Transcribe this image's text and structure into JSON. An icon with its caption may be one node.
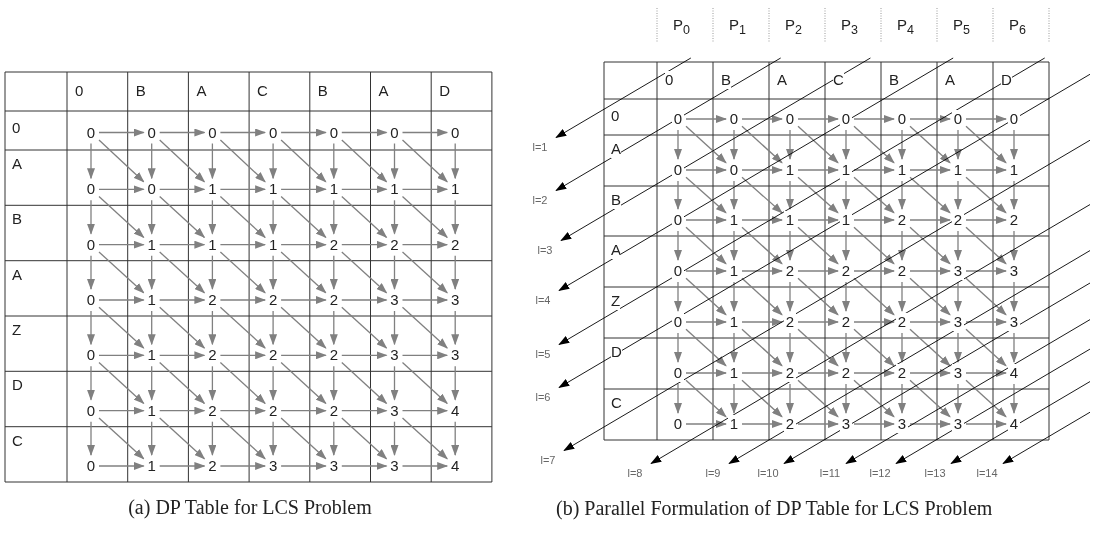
{
  "diagram": {
    "nodes": [
      {
        "text": [
          "0"
        ]
      },
      {
        "text": [
          "0"
        ]
      },
      {
        "text": [
          "0"
        ]
      },
      {
        "text": [
          "0"
        ]
      },
      {
        "text": [
          "0"
        ]
      },
      {
        "text": [
          "0"
        ]
      },
      {
        "text": [
          "0"
        ]
      },
      {
        "text": [
          "0"
        ]
      },
      {
        "text": [
          "0"
        ]
      },
      {
        "text": [
          "1"
        ]
      },
      {
        "text": [
          "1"
        ]
      },
      {
        "text": [
          "1"
        ]
      },
      {
        "text": [
          "1"
        ]
      },
      {
        "text": [
          "1"
        ]
      },
      {
        "text": [
          "0"
        ]
      },
      {
        "text": [
          "1"
        ]
      },
      {
        "text": [
          "1"
        ]
      },
      {
        "text": [
          "1"
        ]
      },
      {
        "text": [
          "2"
        ]
      },
      {
        "text": [
          "2"
        ]
      },
      {
        "text": [
          "2"
        ]
      },
      {
        "text": [
          "0"
        ]
      },
      {
        "text": [
          "1"
        ]
      },
      {
        "text": [
          "2"
        ]
      },
      {
        "text": [
          "2"
        ]
      },
      {
        "text": [
          "2"
        ]
      },
      {
        "text": [
          "3"
        ]
      },
      {
        "text": [
          "3"
        ]
      },
      {
        "text": [
          "0"
        ]
      },
      {
        "text": [
          "1"
        ]
      },
      {
        "text": [
          "2"
        ]
      },
      {
        "text": [
          "2"
        ]
      },
      {
        "text": [
          "2"
        ]
      },
      {
        "text": [
          "3"
        ]
      },
      {
        "text": [
          "3"
        ]
      },
      {
        "text": [
          "0"
        ]
      },
      {
        "text": [
          "1"
        ]
      },
      {
        "text": [
          "2"
        ]
      },
      {
        "text": [
          "2"
        ]
      },
      {
        "text": [
          "2"
        ]
      },
      {
        "text": [
          "3"
        ]
      },
      {
        "text": [
          "4"
        ]
      },
      {
        "text": [
          "0"
        ]
      },
      {
        "text": [
          "1"
        ]
      },
      {
        "text": [
          "2"
        ]
      },
      {
        "text": [
          "3"
        ]
      },
      {
        "text": [
          "3"
        ]
      },
      {
        "text": [
          "3"
        ]
      },
      {
        "text": [
          "4"
        ]
      },
      {
        "text": [
          "0"
        ]
      },
      {
        "text": [
          "0"
        ]
      },
      {
        "text": [
          "0"
        ]
      },
      {
        "text": [
          "0"
        ]
      },
      {
        "text": [
          "0"
        ]
      },
      {
        "text": [
          "0"
        ]
      },
      {
        "text": [
          "0"
        ]
      },
      {
        "text": [
          "0"
        ]
      },
      {
        "text": [
          "0"
        ]
      },
      {
        "text": [
          "1"
        ]
      },
      {
        "text": [
          "1"
        ]
      },
      {
        "text": [
          "1"
        ]
      },
      {
        "text": [
          "1"
        ]
      },
      {
        "text": [
          "1"
        ]
      },
      {
        "text": [
          "0"
        ]
      },
      {
        "text": [
          "1"
        ]
      },
      {
        "text": [
          "1"
        ]
      },
      {
        "text": [
          "1"
        ]
      },
      {
        "text": [
          "2"
        ]
      },
      {
        "text": [
          "2"
        ]
      },
      {
        "text": [
          "2"
        ]
      },
      {
        "text": [
          "0"
        ]
      },
      {
        "text": [
          "1"
        ]
      },
      {
        "text": [
          "2"
        ]
      },
      {
        "text": [
          "2"
        ]
      },
      {
        "text": [
          "2"
        ]
      },
      {
        "text": [
          "3"
        ]
      },
      {
        "text": [
          "3"
        ]
      },
      {
        "text": [
          "0"
        ]
      },
      {
        "text": [
          "1"
        ]
      },
      {
        "text": [
          "2"
        ]
      },
      {
        "text": [
          "2"
        ]
      },
      {
        "text": [
          "2"
        ]
      },
      {
        "text": [
          "3"
        ]
      },
      {
        "text": [
          "3"
        ]
      },
      {
        "text": [
          "0"
        ]
      },
      {
        "text": [
          "1"
        ]
      },
      {
        "text": [
          "2"
        ]
      },
      {
        "text": [
          "2"
        ]
      },
      {
        "text": [
          "2"
        ]
      },
      {
        "text": [
          "3"
        ]
      },
      {
        "text": [
          "4"
        ]
      },
      {
        "text": [
          "0"
        ]
      },
      {
        "text": [
          "1"
        ]
      },
      {
        "text": [
          "2"
        ]
      },
      {
        "text": [
          "3"
        ]
      },
      {
        "text": [
          "3"
        ]
      },
      {
        "text": [
          "3"
        ]
      },
      {
        "text": [
          "4"
        ]
      },
      {
        "text": [
          "l=1"
        ]
      },
      {
        "text": [
          "l=2"
        ]
      },
      {
        "text": [
          "l=3"
        ]
      },
      {
        "text": [
          "l=4"
        ]
      },
      {
        "text": [
          "l=5"
        ]
      },
      {
        "text": [
          "l=6"
        ]
      },
      {
        "text": [
          "l=7"
        ]
      },
      {
        "text": [
          "l=8"
        ]
      },
      {
        "text": [
          "l=9"
        ]
      },
      {
        "text": [
          "l=10"
        ]
      },
      {
        "text": [
          "l=11"
        ]
      },
      {
        "text": [
          "l=12"
        ]
      },
      {
        "text": [
          "l=13"
        ]
      },
      {
        "text": [
          "l=14"
        ]
      }
    ],
    "edges": [
      {
        "from": 0,
        "to": 1,
        "arrow": "to"
      },
      {
        "from": 1,
        "to": 2,
        "arrow": "to"
      },
      {
        "from": 2,
        "to": 3,
        "arrow": "to"
      },
      {
        "from": 3,
        "to": 4,
        "arrow": "to"
      },
      {
        "from": 4,
        "to": 5,
        "arrow": "to"
      },
      {
        "from": 5,
        "to": 6,
        "arrow": "to"
      },
      {
        "from": 7,
        "to": 8,
        "arrow": "to"
      },
      {
        "from": 8,
        "to": 9,
        "arrow": "to"
      },
      {
        "from": 9,
        "to": 10,
        "arrow": "to"
      },
      {
        "from": 10,
        "to": 11,
        "arrow": "to"
      },
      {
        "from": 11,
        "to": 12,
        "arrow": "to"
      },
      {
        "from": 12,
        "to": 13,
        "arrow": "to"
      },
      {
        "from": 14,
        "to": 15,
        "arrow": "to"
      },
      {
        "from": 15,
        "to": 16,
        "arrow": "to"
      },
      {
        "from": 16,
        "to": 17,
        "arrow": "to"
      },
      {
        "from": 17,
        "to": 18,
        "arrow": "to"
      },
      {
        "from": 18,
        "to": 19,
        "arrow": "to"
      },
      {
        "from": 19,
        "to": 20,
        "arrow": "to"
      },
      {
        "from": 21,
        "to": 22,
        "arrow": "to"
      },
      {
        "from": 22,
        "to": 23,
        "arrow": "to"
      },
      {
        "from": 23,
        "to": 24,
        "arrow": "to"
      },
      {
        "from": 24,
        "to": 25,
        "arrow": "to"
      },
      {
        "from": 25,
        "to": 26,
        "arrow": "to"
      },
      {
        "from": 26,
        "to": 27,
        "arrow": "to"
      },
      {
        "from": 28,
        "to": 29,
        "arrow": "to"
      },
      {
        "from": 29,
        "to": 30,
        "arrow": "to"
      },
      {
        "from": 30,
        "to": 31,
        "arrow": "to"
      },
      {
        "from": 31,
        "to": 32,
        "arrow": "to"
      },
      {
        "from": 32,
        "to": 33,
        "arrow": "to"
      },
      {
        "from": 33,
        "to": 34,
        "arrow": "to"
      },
      {
        "from": 35,
        "to": 36,
        "arrow": "to"
      },
      {
        "from": 36,
        "to": 37,
        "arrow": "to"
      },
      {
        "from": 37,
        "to": 38,
        "arrow": "to"
      },
      {
        "from": 38,
        "to": 39,
        "arrow": "to"
      },
      {
        "from": 39,
        "to": 40,
        "arrow": "to"
      },
      {
        "from": 40,
        "to": 41,
        "arrow": "to"
      },
      {
        "from": 42,
        "to": 43,
        "arrow": "to"
      },
      {
        "from": 43,
        "to": 44,
        "arrow": "to"
      },
      {
        "from": 44,
        "to": 45,
        "arrow": "to"
      },
      {
        "from": 45,
        "to": 46,
        "arrow": "to"
      },
      {
        "from": 46,
        "to": 47,
        "arrow": "to"
      },
      {
        "from": 47,
        "to": 48,
        "arrow": "to"
      },
      {
        "from": 0,
        "to": 7,
        "arrow": "to"
      },
      {
        "from": 1,
        "to": 8,
        "arrow": "to"
      },
      {
        "from": 2,
        "to": 9,
        "arrow": "to"
      },
      {
        "from": 3,
        "to": 10,
        "arrow": "to"
      },
      {
        "from": 4,
        "to": 11,
        "arrow": "to"
      },
      {
        "from": 5,
        "to": 12,
        "arrow": "to"
      },
      {
        "from": 6,
        "to": 13,
        "arrow": "to"
      },
      {
        "from": 7,
        "to": 14,
        "arrow": "to"
      },
      {
        "from": 8,
        "to": 15,
        "arrow": "to"
      },
      {
        "from": 9,
        "to": 16,
        "arrow": "to"
      },
      {
        "from": 10,
        "to": 17,
        "arrow": "to"
      },
      {
        "from": 11,
        "to": 18,
        "arrow": "to"
      },
      {
        "from": 12,
        "to": 19,
        "arrow": "to"
      },
      {
        "from": 13,
        "to": 20,
        "arrow": "to"
      },
      {
        "from": 14,
        "to": 21,
        "arrow": "to"
      },
      {
        "from": 15,
        "to": 22,
        "arrow": "to"
      },
      {
        "from": 16,
        "to": 23,
        "arrow": "to"
      },
      {
        "from": 17,
        "to": 24,
        "arrow": "to"
      },
      {
        "from": 18,
        "to": 25,
        "arrow": "to"
      },
      {
        "from": 19,
        "to": 26,
        "arrow": "to"
      },
      {
        "from": 20,
        "to": 27,
        "arrow": "to"
      },
      {
        "from": 21,
        "to": 28,
        "arrow": "to"
      },
      {
        "from": 22,
        "to": 29,
        "arrow": "to"
      },
      {
        "from": 23,
        "to": 30,
        "arrow": "to"
      },
      {
        "from": 24,
        "to": 31,
        "arrow": "to"
      },
      {
        "from": 25,
        "to": 32,
        "arrow": "to"
      },
      {
        "from": 26,
        "to": 33,
        "arrow": "to"
      },
      {
        "from": 27,
        "to": 34,
        "arrow": "to"
      },
      {
        "from": 28,
        "to": 35,
        "arrow": "to"
      },
      {
        "from": 29,
        "to": 36,
        "arrow": "to"
      },
      {
        "from": 30,
        "to": 37,
        "arrow": "to"
      },
      {
        "from": 31,
        "to": 38,
        "arrow": "to"
      },
      {
        "from": 32,
        "to": 39,
        "arrow": "to"
      },
      {
        "from": 33,
        "to": 40,
        "arrow": "to"
      },
      {
        "from": 34,
        "to": 41,
        "arrow": "to"
      },
      {
        "from": 35,
        "to": 42,
        "arrow": "to"
      },
      {
        "from": 36,
        "to": 43,
        "arrow": "to"
      },
      {
        "from": 37,
        "to": 44,
        "arrow": "to"
      },
      {
        "from": 38,
        "to": 45,
        "arrow": "to"
      },
      {
        "from": 39,
        "to": 46,
        "arrow": "to"
      },
      {
        "from": 40,
        "to": 47,
        "arrow": "to"
      },
      {
        "from": 41,
        "to": 48,
        "arrow": "to"
      },
      {
        "from": 0,
        "to": 8,
        "arrow": "to"
      },
      {
        "from": 1,
        "to": 9,
        "arrow": "to"
      },
      {
        "from": 2,
        "to": 10,
        "arrow": "to"
      },
      {
        "from": 3,
        "to": 11,
        "arrow": "to"
      },
      {
        "from": 4,
        "to": 12,
        "arrow": "to"
      },
      {
        "from": 5,
        "to": 13,
        "arrow": "to"
      },
      {
        "from": 7,
        "to": 15,
        "arrow": "to"
      },
      {
        "from": 8,
        "to": 16,
        "arrow": "to"
      },
      {
        "from": 9,
        "to": 17,
        "arrow": "to"
      },
      {
        "from": 10,
        "to": 18,
        "arrow": "to"
      },
      {
        "from": 11,
        "to": 19,
        "arrow": "to"
      },
      {
        "from": 12,
        "to": 20,
        "arrow": "to"
      },
      {
        "from": 14,
        "to": 22,
        "arrow": "to"
      },
      {
        "from": 15,
        "to": 23,
        "arrow": "to"
      },
      {
        "from": 16,
        "to": 24,
        "arrow": "to"
      },
      {
        "from": 17,
        "to": 25,
        "arrow": "to"
      },
      {
        "from": 18,
        "to": 26,
        "arrow": "to"
      },
      {
        "from": 19,
        "to": 27,
        "arrow": "to"
      },
      {
        "from": 21,
        "to": 29,
        "arrow": "to"
      },
      {
        "from": 22,
        "to": 30,
        "arrow": "to"
      },
      {
        "from": 23,
        "to": 31,
        "arrow": "to"
      },
      {
        "from": 24,
        "to": 32,
        "arrow": "to"
      },
      {
        "from": 25,
        "to": 33,
        "arrow": "to"
      },
      {
        "from": 26,
        "to": 34,
        "arrow": "to"
      },
      {
        "from": 28,
        "to": 36,
        "arrow": "to"
      },
      {
        "from": 29,
        "to": 37,
        "arrow": "to"
      },
      {
        "from": 30,
        "to": 38,
        "arrow": "to"
      },
      {
        "from": 31,
        "to": 39,
        "arrow": "to"
      },
      {
        "from": 32,
        "to": 40,
        "arrow": "to"
      },
      {
        "from": 33,
        "to": 41,
        "arrow": "to"
      },
      {
        "from": 35,
        "to": 43,
        "arrow": "to"
      },
      {
        "from": 36,
        "to": 44,
        "arrow": "to"
      },
      {
        "from": 37,
        "to": 45,
        "arrow": "to"
      },
      {
        "from": 38,
        "to": 46,
        "arrow": "to"
      },
      {
        "from": 39,
        "to": 47,
        "arrow": "to"
      },
      {
        "from": 40,
        "to": 48,
        "arrow": "to"
      },
      {
        "from": 49,
        "to": 50,
        "arrow": "to"
      },
      {
        "from": 50,
        "to": 51,
        "arrow": "to"
      },
      {
        "from": 51,
        "to": 52,
        "arrow": "to"
      },
      {
        "from": 52,
        "to": 53,
        "arrow": "to"
      },
      {
        "from": 53,
        "to": 54,
        "arrow": "to"
      },
      {
        "from": 54,
        "to": 55,
        "arrow": "to"
      },
      {
        "from": 56,
        "to": 57,
        "arrow": "to"
      },
      {
        "from": 57,
        "to": 58,
        "arrow": "to"
      },
      {
        "from": 58,
        "to": 59,
        "arrow": "to"
      },
      {
        "from": 59,
        "to": 60,
        "arrow": "to"
      },
      {
        "from": 60,
        "to": 61,
        "arrow": "to"
      },
      {
        "from": 61,
        "to": 62,
        "arrow": "to"
      },
      {
        "from": 63,
        "to": 64,
        "arrow": "to"
      },
      {
        "from": 64,
        "to": 65,
        "arrow": "to"
      },
      {
        "from": 65,
        "to": 66,
        "arrow": "to"
      },
      {
        "from": 66,
        "to": 67,
        "arrow": "to"
      },
      {
        "from": 67,
        "to": 68,
        "arrow": "to"
      },
      {
        "from": 68,
        "to": 69,
        "arrow": "to"
      },
      {
        "from": 70,
        "to": 71,
        "arrow": "to"
      },
      {
        "from": 71,
        "to": 72,
        "arrow": "to"
      },
      {
        "from": 72,
        "to": 73,
        "arrow": "to"
      },
      {
        "from": 73,
        "to": 74,
        "arrow": "to"
      },
      {
        "from": 74,
        "to": 75,
        "arrow": "to"
      },
      {
        "from": 75,
        "to": 76,
        "arrow": "to"
      },
      {
        "from": 77,
        "to": 78,
        "arrow": "to"
      },
      {
        "from": 78,
        "to": 79,
        "arrow": "to"
      },
      {
        "from": 79,
        "to": 80,
        "arrow": "to"
      },
      {
        "from": 80,
        "to": 81,
        "arrow": "to"
      },
      {
        "from": 81,
        "to": 82,
        "arrow": "to"
      },
      {
        "from": 82,
        "to": 83,
        "arrow": "to"
      },
      {
        "from": 84,
        "to": 85,
        "arrow": "to"
      },
      {
        "from": 85,
        "to": 86,
        "arrow": "to"
      },
      {
        "from": 86,
        "to": 87,
        "arrow": "to"
      },
      {
        "from": 87,
        "to": 88,
        "arrow": "to"
      },
      {
        "from": 88,
        "to": 89,
        "arrow": "to"
      },
      {
        "from": 89,
        "to": 90,
        "arrow": "to"
      },
      {
        "from": 91,
        "to": 92,
        "arrow": "to"
      },
      {
        "from": 92,
        "to": 93,
        "arrow": "to"
      },
      {
        "from": 93,
        "to": 94,
        "arrow": "to"
      },
      {
        "from": 94,
        "to": 95,
        "arrow": "to"
      },
      {
        "from": 95,
        "to": 96,
        "arrow": "to"
      },
      {
        "from": 96,
        "to": 97,
        "arrow": "to"
      },
      {
        "from": 49,
        "to": 56,
        "arrow": "to"
      },
      {
        "from": 50,
        "to": 57,
        "arrow": "to"
      },
      {
        "from": 51,
        "to": 58,
        "arrow": "to"
      },
      {
        "from": 52,
        "to": 59,
        "arrow": "to"
      },
      {
        "from": 53,
        "to": 60,
        "arrow": "to"
      },
      {
        "from": 54,
        "to": 61,
        "arrow": "to"
      },
      {
        "from": 55,
        "to": 62,
        "arrow": "to"
      },
      {
        "from": 56,
        "to": 63,
        "arrow": "to"
      },
      {
        "from": 57,
        "to": 64,
        "arrow": "to"
      },
      {
        "from": 58,
        "to": 65,
        "arrow": "to"
      },
      {
        "from": 59,
        "to": 66,
        "arrow": "to"
      },
      {
        "from": 60,
        "to": 67,
        "arrow": "to"
      },
      {
        "from": 61,
        "to": 68,
        "arrow": "to"
      },
      {
        "from": 62,
        "to": 69,
        "arrow": "to"
      },
      {
        "from": 63,
        "to": 70,
        "arrow": "to"
      },
      {
        "from": 64,
        "to": 71,
        "arrow": "to"
      },
      {
        "from": 65,
        "to": 72,
        "arrow": "to"
      },
      {
        "from": 66,
        "to": 73,
        "arrow": "to"
      },
      {
        "from": 67,
        "to": 74,
        "arrow": "to"
      },
      {
        "from": 68,
        "to": 75,
        "arrow": "to"
      },
      {
        "from": 69,
        "to": 76,
        "arrow": "to"
      },
      {
        "from": 70,
        "to": 77,
        "arrow": "to"
      },
      {
        "from": 71,
        "to": 78,
        "arrow": "to"
      },
      {
        "from": 72,
        "to": 79,
        "arrow": "to"
      },
      {
        "from": 73,
        "to": 80,
        "arrow": "to"
      },
      {
        "from": 74,
        "to": 81,
        "arrow": "to"
      },
      {
        "from": 75,
        "to": 82,
        "arrow": "to"
      },
      {
        "from": 76,
        "to": 83,
        "arrow": "to"
      },
      {
        "from": 77,
        "to": 84,
        "arrow": "to"
      },
      {
        "from": 78,
        "to": 85,
        "arrow": "to"
      },
      {
        "from": 79,
        "to": 86,
        "arrow": "to"
      },
      {
        "from": 80,
        "to": 87,
        "arrow": "to"
      },
      {
        "from": 81,
        "to": 88,
        "arrow": "to"
      },
      {
        "from": 82,
        "to": 89,
        "arrow": "to"
      },
      {
        "from": 83,
        "to": 90,
        "arrow": "to"
      },
      {
        "from": 84,
        "to": 91,
        "arrow": "to"
      },
      {
        "from": 85,
        "to": 92,
        "arrow": "to"
      },
      {
        "from": 86,
        "to": 93,
        "arrow": "to"
      },
      {
        "from": 87,
        "to": 94,
        "arrow": "to"
      },
      {
        "from": 88,
        "to": 95,
        "arrow": "to"
      },
      {
        "from": 89,
        "to": 96,
        "arrow": "to"
      },
      {
        "from": 90,
        "to": 97,
        "arrow": "to"
      },
      {
        "from": 49,
        "to": 57,
        "arrow": "to"
      },
      {
        "from": 50,
        "to": 58,
        "arrow": "to"
      },
      {
        "from": 51,
        "to": 59,
        "arrow": "to"
      },
      {
        "from": 52,
        "to": 60,
        "arrow": "to"
      },
      {
        "from": 53,
        "to": 61,
        "arrow": "to"
      },
      {
        "from": 54,
        "to": 62,
        "arrow": "to"
      },
      {
        "from": 56,
        "to": 64,
        "arrow": "to"
      },
      {
        "from": 57,
        "to": 65,
        "arrow": "to"
      },
      {
        "from": 58,
        "to": 66,
        "arrow": "to"
      },
      {
        "from": 59,
        "to": 67,
        "arrow": "to"
      },
      {
        "from": 60,
        "to": 68,
        "arrow": "to"
      },
      {
        "from": 61,
        "to": 69,
        "arrow": "to"
      },
      {
        "from": 63,
        "to": 71,
        "arrow": "to"
      },
      {
        "from": 64,
        "to": 72,
        "arrow": "to"
      },
      {
        "from": 65,
        "to": 73,
        "arrow": "to"
      },
      {
        "from": 66,
        "to": 74,
        "arrow": "to"
      },
      {
        "from": 67,
        "to": 75,
        "arrow": "to"
      },
      {
        "from": 68,
        "to": 76,
        "arrow": "to"
      },
      {
        "from": 70,
        "to": 78,
        "arrow": "to"
      },
      {
        "from": 71,
        "to": 79,
        "arrow": "to"
      },
      {
        "from": 72,
        "to": 80,
        "arrow": "to"
      },
      {
        "from": 73,
        "to": 81,
        "arrow": "to"
      },
      {
        "from": 74,
        "to": 82,
        "arrow": "to"
      },
      {
        "from": 75,
        "to": 83,
        "arrow": "to"
      },
      {
        "from": 77,
        "to": 85,
        "arrow": "to"
      },
      {
        "from": 78,
        "to": 86,
        "arrow": "to"
      },
      {
        "from": 79,
        "to": 87,
        "arrow": "to"
      },
      {
        "from": 80,
        "to": 88,
        "arrow": "to"
      },
      {
        "from": 81,
        "to": 89,
        "arrow": "to"
      },
      {
        "from": 82,
        "to": 90,
        "arrow": "to"
      },
      {
        "from": 84,
        "to": 92,
        "arrow": "to"
      },
      {
        "from": 85,
        "to": 93,
        "arrow": "to"
      },
      {
        "from": 86,
        "to": 94,
        "arrow": "to"
      },
      {
        "from": 87,
        "to": 95,
        "arrow": "to"
      },
      {
        "from": 88,
        "to": 96,
        "arrow": "to"
      },
      {
        "from": 89,
        "to": 97,
        "arrow": "to"
      },
      {
        "from": null,
        "to": 98,
        "arrow": "to",
        "color": "#000000"
      },
      {
        "from": null,
        "to": 99,
        "arrow": "to",
        "color": "#000000"
      },
      {
        "from": null,
        "to": 100,
        "arrow": "to",
        "color": "#000000"
      },
      {
        "from": null,
        "to": 101,
        "arrow": "to",
        "color": "#000000"
      },
      {
        "from": null,
        "to": 102,
        "arrow": "to",
        "color": "#000000"
      },
      {
        "from": null,
        "to": 103,
        "arrow": "to",
        "color": "#000000"
      },
      {
        "from": null,
        "to": 104,
        "arrow": "to",
        "color": "#000000"
      },
      {
        "from": null,
        "to": 105,
        "arrow": "to",
        "color": "#000000"
      },
      {
        "from": null,
        "to": 106,
        "arrow": "to",
        "color": "#000000"
      },
      {
        "from": null,
        "to": 107,
        "arrow": "to",
        "color": "#000000"
      },
      {
        "from": null,
        "to": 108,
        "arrow": "to",
        "color": "#000000"
      },
      {
        "from": null,
        "to": 109,
        "arrow": "to",
        "color": "#000000"
      },
      {
        "from": null,
        "to": 110,
        "arrow": "to",
        "color": "#000000"
      },
      {
        "from": null,
        "to": 111,
        "arrow": "to",
        "color": "#000000"
      }
    ],
    "labels": [
      "0",
      "B",
      "A",
      "C",
      "B",
      "A",
      "D",
      "0",
      "A",
      "B",
      "A",
      "Z",
      "D",
      "C",
      "(a) DP Table for LCS Problem",
      "P$_{0}$",
      "P$_{1}$",
      "P$_{2}$",
      "P$_{3}$",
      "P$_{4}$",
      "P$_{5}$",
      "P$_{6}$",
      "0",
      "B",
      "A",
      "C",
      "B",
      "A",
      "D",
      "0",
      "A",
      "B",
      "A",
      "Z",
      "D",
      "C",
      "(b) Parallel Formulation of DP Table for LCS Problem"
    ]
  }
}
